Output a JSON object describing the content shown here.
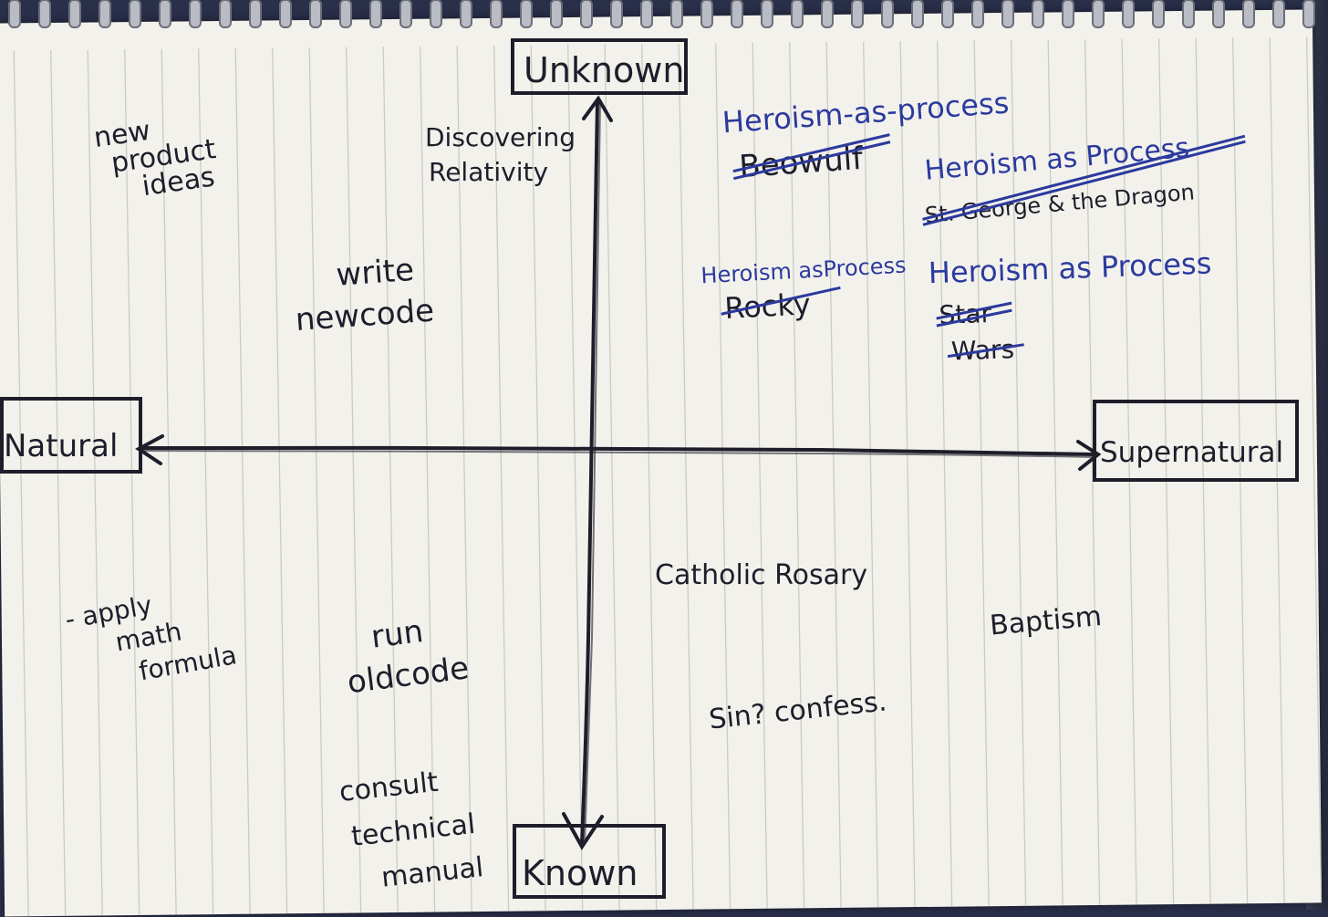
{
  "axes": {
    "top": "Unknown",
    "bottom": "Known",
    "left": "Natural",
    "right": "Supernatural"
  },
  "quadrant_top_left": {
    "new_product_ideas": [
      "new",
      "product",
      "ideas"
    ],
    "discovering_relativity": [
      "Discovering",
      "Relativity"
    ],
    "write_new_code": [
      "write",
      "newcode"
    ]
  },
  "quadrant_top_right": {
    "heading_beowulf": "Heroism-as-process",
    "struck_beowulf": "Beowulf",
    "heading_st_george": "Heroism as Process",
    "struck_st_george_1": "St. George & the Dragon",
    "heading_rocky": "Heroism asProcess",
    "struck_rocky": "Rocky",
    "heading_star_wars": "Heroism as Process",
    "struck_star_wars": [
      "Star",
      "Wars"
    ]
  },
  "quadrant_bottom_left": {
    "apply_math_formula": [
      "- apply",
      "math",
      "formula"
    ],
    "run_old_code": [
      "run",
      "oldcode"
    ],
    "consult_manual": [
      "consult",
      "technical",
      "manual"
    ]
  },
  "quadrant_bottom_right": {
    "catholic_rosary": "Catholic Rosary",
    "baptism": "Baptism",
    "sin_confess": "Sin? confess."
  },
  "colors": {
    "ink": "#1e1d2a",
    "blue_ink": "#2b3a9e",
    "paper": "#f3f1ec",
    "rule_lines": "#c9ccc2",
    "background": "#2a2f4a"
  }
}
